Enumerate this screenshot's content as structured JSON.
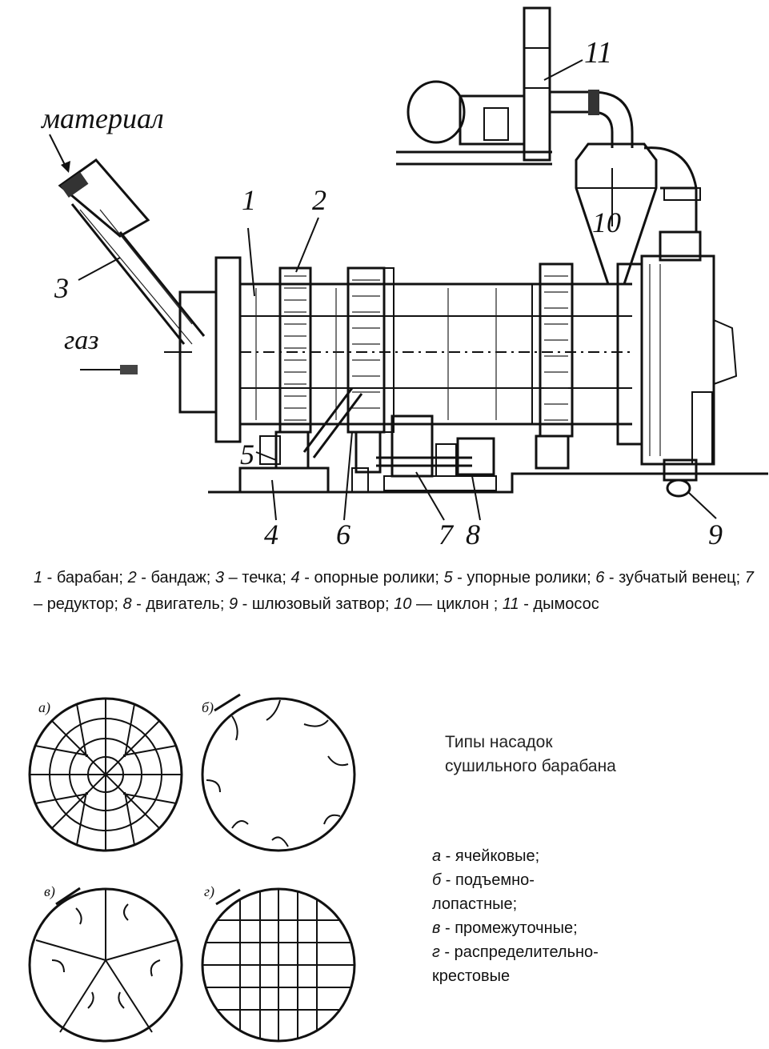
{
  "diagram": {
    "labels": {
      "material": "материал",
      "gas": "газ",
      "n1": "1",
      "n2": "2",
      "n3": "3",
      "n4": "4",
      "n5": "5",
      "n6": "6",
      "n7": "7",
      "n8": "8",
      "n9": "9",
      "n10": "10",
      "n11": "11"
    },
    "legend": [
      {
        "num": "1",
        "sep": " - ",
        "text": "барабан; "
      },
      {
        "num": "2",
        "sep": " - ",
        "text": "бандаж; "
      },
      {
        "num": "3",
        "sep": " – ",
        "text": "течка;  "
      },
      {
        "num": "4",
        "sep": " - ",
        "text": "опорные ролики; "
      },
      {
        "num": "5",
        "sep": " - ",
        "text": "упорные ролики; "
      },
      {
        "num": "6",
        "sep": " - ",
        "text": "зубчатый венец; "
      },
      {
        "num": "7",
        "sep": " – ",
        "text": "редуктор; "
      },
      {
        "num": "8",
        "sep": "  - ",
        "text": "двигатель; "
      },
      {
        "num": "9",
        "sep": " - ",
        "text": "шлюзовый затвор;  "
      },
      {
        "num": "10",
        "sep": " —  ",
        "text": "циклон ; "
      },
      {
        "num": "11",
        "sep": " - ",
        "text": "дымосос"
      }
    ]
  },
  "nozzles": {
    "title_line1": "Типы насадок",
    "title_line2": "сушильного барабана",
    "panel_labels": {
      "a": "а)",
      "b": "б)",
      "v": "в)",
      "g": "г)"
    },
    "types": [
      {
        "letter": "а",
        "text": "  - ячейковые;"
      },
      {
        "letter": "б",
        "text": "  - подъемно-"
      },
      {
        "letter": "",
        "text": "лопастные;"
      },
      {
        "letter": "в",
        "text": " - промежуточные;"
      },
      {
        "letter": "г",
        "text": " - распределительно-"
      },
      {
        "letter": "",
        "text": "крестовые"
      }
    ]
  }
}
